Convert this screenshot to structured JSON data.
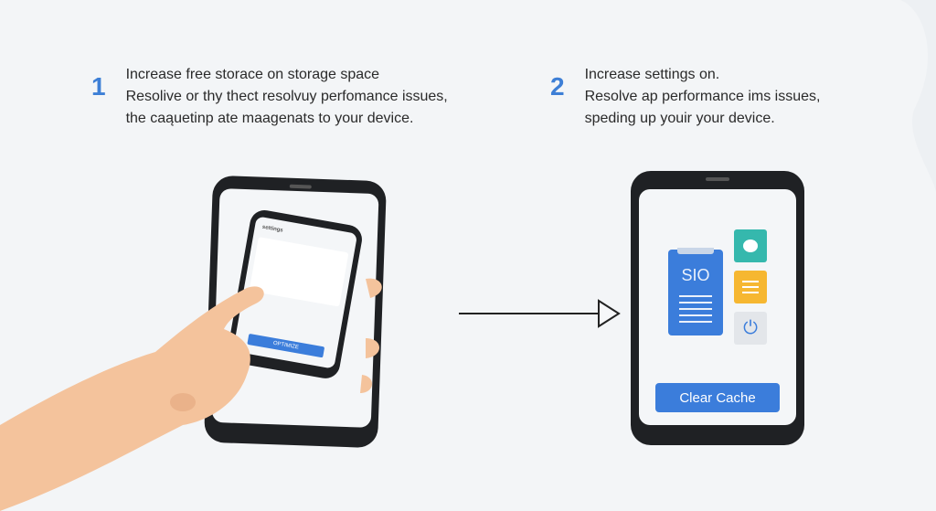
{
  "steps": [
    {
      "number": "1",
      "lines": [
        "Increase free storace on storage space",
        "Resolive or thy thect resolvuy perfomance issues,",
        "the caąuetinp ate maagenats to your device."
      ]
    },
    {
      "number": "2",
      "lines": [
        "Increase settings on.",
        "Resolve ap performance ims issues,",
        "speding up youir your device."
      ]
    }
  ],
  "left_phone": {
    "inner_title": "settings",
    "inner_button": "OPTIMIZE"
  },
  "right_phone": {
    "doc_label": "SIO",
    "button": "Clear Cache"
  },
  "colors": {
    "accent": "#3b7ddb",
    "teal": "#35b8ad",
    "amber": "#f6b731",
    "gray_tile": "#e3e6ea"
  }
}
